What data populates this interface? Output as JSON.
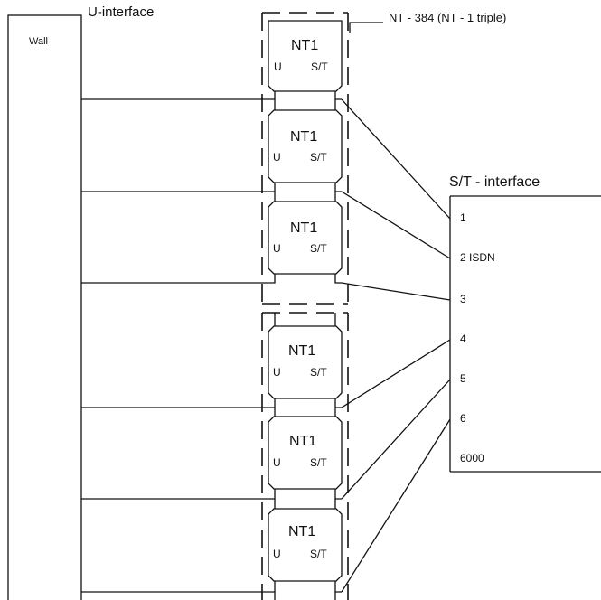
{
  "labels": {
    "wall": "Wall",
    "u_interface": "U-interface",
    "nt384": "NT - 384 (NT - 1 triple)",
    "st_interface": "S/T - interface"
  },
  "nt1_units": [
    {
      "title": "NT1",
      "u": "U",
      "st": "S/T"
    },
    {
      "title": "NT1",
      "u": "U",
      "st": "S/T"
    },
    {
      "title": "NT1",
      "u": "U",
      "st": "S/T"
    },
    {
      "title": "NT1",
      "u": "U",
      "st": "S/T"
    },
    {
      "title": "NT1",
      "u": "U",
      "st": "S/T"
    },
    {
      "title": "NT1",
      "u": "U",
      "st": "S/T"
    }
  ],
  "st_ports": [
    "1",
    "2 ISDN",
    "3",
    "4",
    "5",
    "6",
    "6000"
  ],
  "colors": {
    "line": "#111111",
    "background": "#ffffff"
  }
}
